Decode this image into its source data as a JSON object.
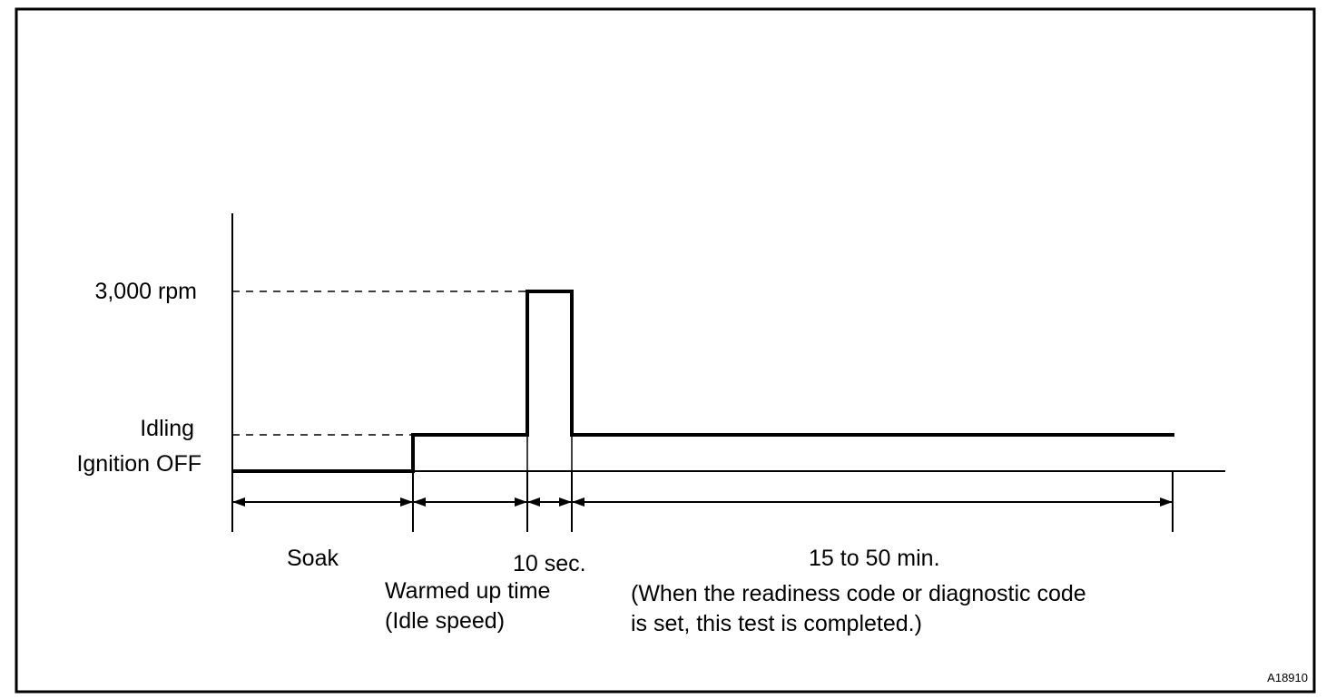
{
  "levels": {
    "rpm_3000": "3,000 rpm",
    "idling": "Idling",
    "ignition_off": "Ignition OFF"
  },
  "phases": {
    "soak": "Soak",
    "warmup_line1": "Warmed up time",
    "warmup_line2": "(Idle speed)",
    "ten_sec": "10 sec.",
    "drive_duration": "15 to 50 min.",
    "drive_note_line1": "(When the readiness code or diagnostic code",
    "drive_note_line2": "is set, this test is completed.)"
  },
  "reference_code": "A18910",
  "colors": {
    "stroke": "#000000",
    "background": "#ffffff"
  }
}
